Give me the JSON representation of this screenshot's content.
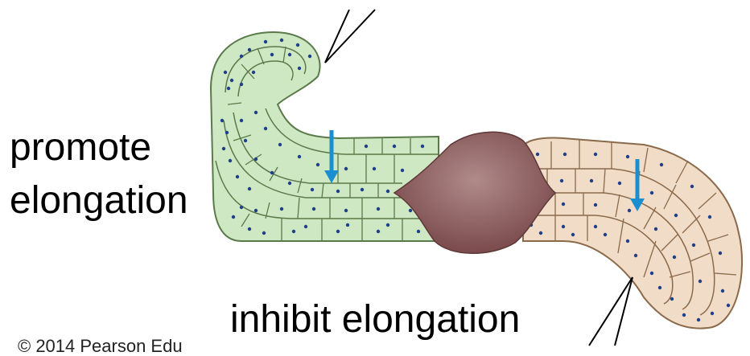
{
  "labels": {
    "promote_line1": "promote",
    "promote_line2": "elongation",
    "inhibit": "inhibit elongation",
    "copyright": "© 2014 Pearson Edu"
  },
  "colors": {
    "green_tissue": "#cfe8c4",
    "tan_tissue": "#f1dcc8",
    "cell_border": "#5a7a4a",
    "nucleus": "#1f3f8a",
    "center_body": "#8c5a5a",
    "arrow": "#1a8fd0"
  }
}
